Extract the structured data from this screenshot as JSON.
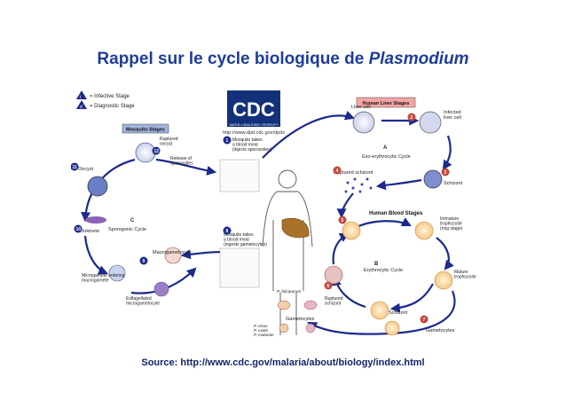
{
  "title": {
    "prefix": "Rappel sur le cycle biologique de ",
    "italic": "Plasmodium"
  },
  "source": "Source: http://www.cdc.gov/malaria/about/biology/index.html",
  "colors": {
    "title": "#1f3c9b",
    "arrow": "#1c2a8c",
    "liver_box": "#f4a6a6",
    "mosquito_box": "#9fb3dc",
    "infective": "#1c2a8c",
    "diagnostic": "#1c2a8c"
  },
  "figure": {
    "legend": {
      "infective": "= Infective Stage",
      "diagnostic": "= Diagnostic Stage"
    },
    "cdc": {
      "logo": "CDC",
      "tagline": "SAFER • HEALTHIER • PEOPLE™",
      "url": "http://www.dpd.cdc.gov/dpdx"
    },
    "mosquito_stages": "Mosquito Stages",
    "human_liver_stages": "Human Liver Stages",
    "human_blood_stages": "Human Blood Stages",
    "sporogonic_cycle": "Sporogonic Cycle",
    "exo_cycle": "Exo-erythrocytic Cycle",
    "erythrocytic_cycle": "Erythrocytic Cycle",
    "cycle_a": "A",
    "cycle_b": "B",
    "cycle_c": "C",
    "step1": [
      "Mosquito takes",
      "a blood meal",
      "(injects sporozoites)"
    ],
    "step8": [
      "Mosquito takes",
      "a blood meal",
      "(ingests gametocytes)"
    ],
    "liver_cell": "Liver cell",
    "infected_liver_cell": [
      "Infected",
      "liver cell"
    ],
    "schizont": "Schizont",
    "ruptured_schizont_liver": "Ruptured schizont",
    "immature_trophozoite": [
      "Immature",
      "trophozoite",
      "(ring stage)"
    ],
    "mature_trophozoite": [
      "Mature",
      "trophozoite"
    ],
    "blood_schizont": "Schizont",
    "ruptured_schizont_blood": [
      "Ruptured",
      "schizont"
    ],
    "gametocytes": "Gametocytes",
    "p_falciparum": "P. falciparum",
    "p_others": [
      "P. vivax",
      "P. ovale",
      "P. malariae"
    ],
    "ruptured_oocyst": [
      "Ruptured",
      "oocyst"
    ],
    "release_sporozoites": [
      "Release of",
      "sporozoites"
    ],
    "oocyst": "Oocyst",
    "ookinete": "Ookinete",
    "macrogametocyte": "Macrogametocyte",
    "microgamete_entering": [
      "Microgamete entering",
      "macrogamete"
    ],
    "exflagellated": [
      "Exflagellated",
      "microgametocyte"
    ],
    "numbers": {
      "n1": "1",
      "n2": "2",
      "n3": "3",
      "n4": "4",
      "n5": "5",
      "n6": "6",
      "n7": "7",
      "n8": "8",
      "n9": "9",
      "n10": "10",
      "n11": "11",
      "n12": "12"
    },
    "diag_d": "d",
    "inf_i": "i"
  }
}
